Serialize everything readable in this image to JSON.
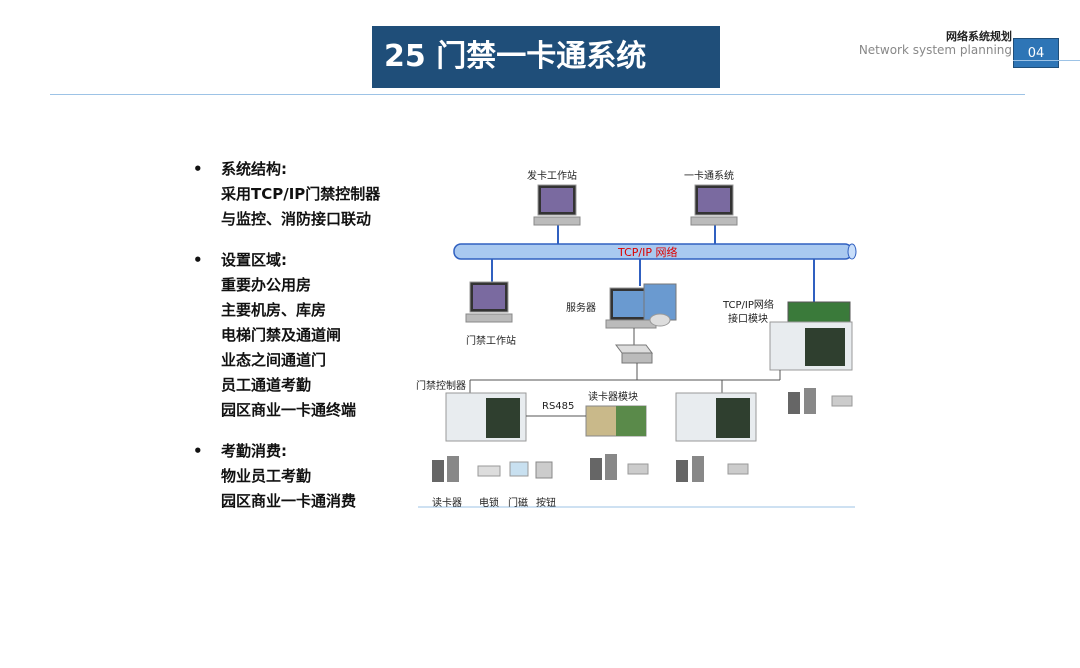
{
  "header": {
    "title": "25 门禁一卡通系统",
    "section_cn": "网络系统规划",
    "section_en": "Network system planning",
    "page": "04"
  },
  "bullets": [
    {
      "head": "系统结构:",
      "lines": [
        "采用TCP/IP门禁控制器",
        "与监控、消防接口联动"
      ]
    },
    {
      "head": "设置区域:",
      "lines": [
        "重要办公用房",
        "主要机房、库房",
        "电梯门禁及通道闸",
        "业态之间通道门",
        "员工通道考勤",
        "园区商业一卡通终端"
      ]
    },
    {
      "head": "考勤消费:",
      "lines": [
        "物业员工考勤",
        "园区商业一卡通消费"
      ]
    }
  ],
  "diagram": {
    "card_station": "发卡工作站",
    "card_system": "一卡通系统",
    "bus": "TCP/IP 网络",
    "access_station": "门禁工作站",
    "server": "服务器",
    "tcp_module_1": "TCP/IP网络",
    "tcp_module_2": "接口模块",
    "controller": "门禁控制器",
    "reader_module": "读卡器模块",
    "rs485": "RS485",
    "reader": "读卡器",
    "lock": "电锁",
    "door_magnet": "门磁",
    "button": "按钮"
  },
  "colors": {
    "title_bg": "#1f4e79",
    "page_bg": "#2e75b6",
    "bus": "#a9c9f0",
    "bus_text": "#d00000"
  }
}
